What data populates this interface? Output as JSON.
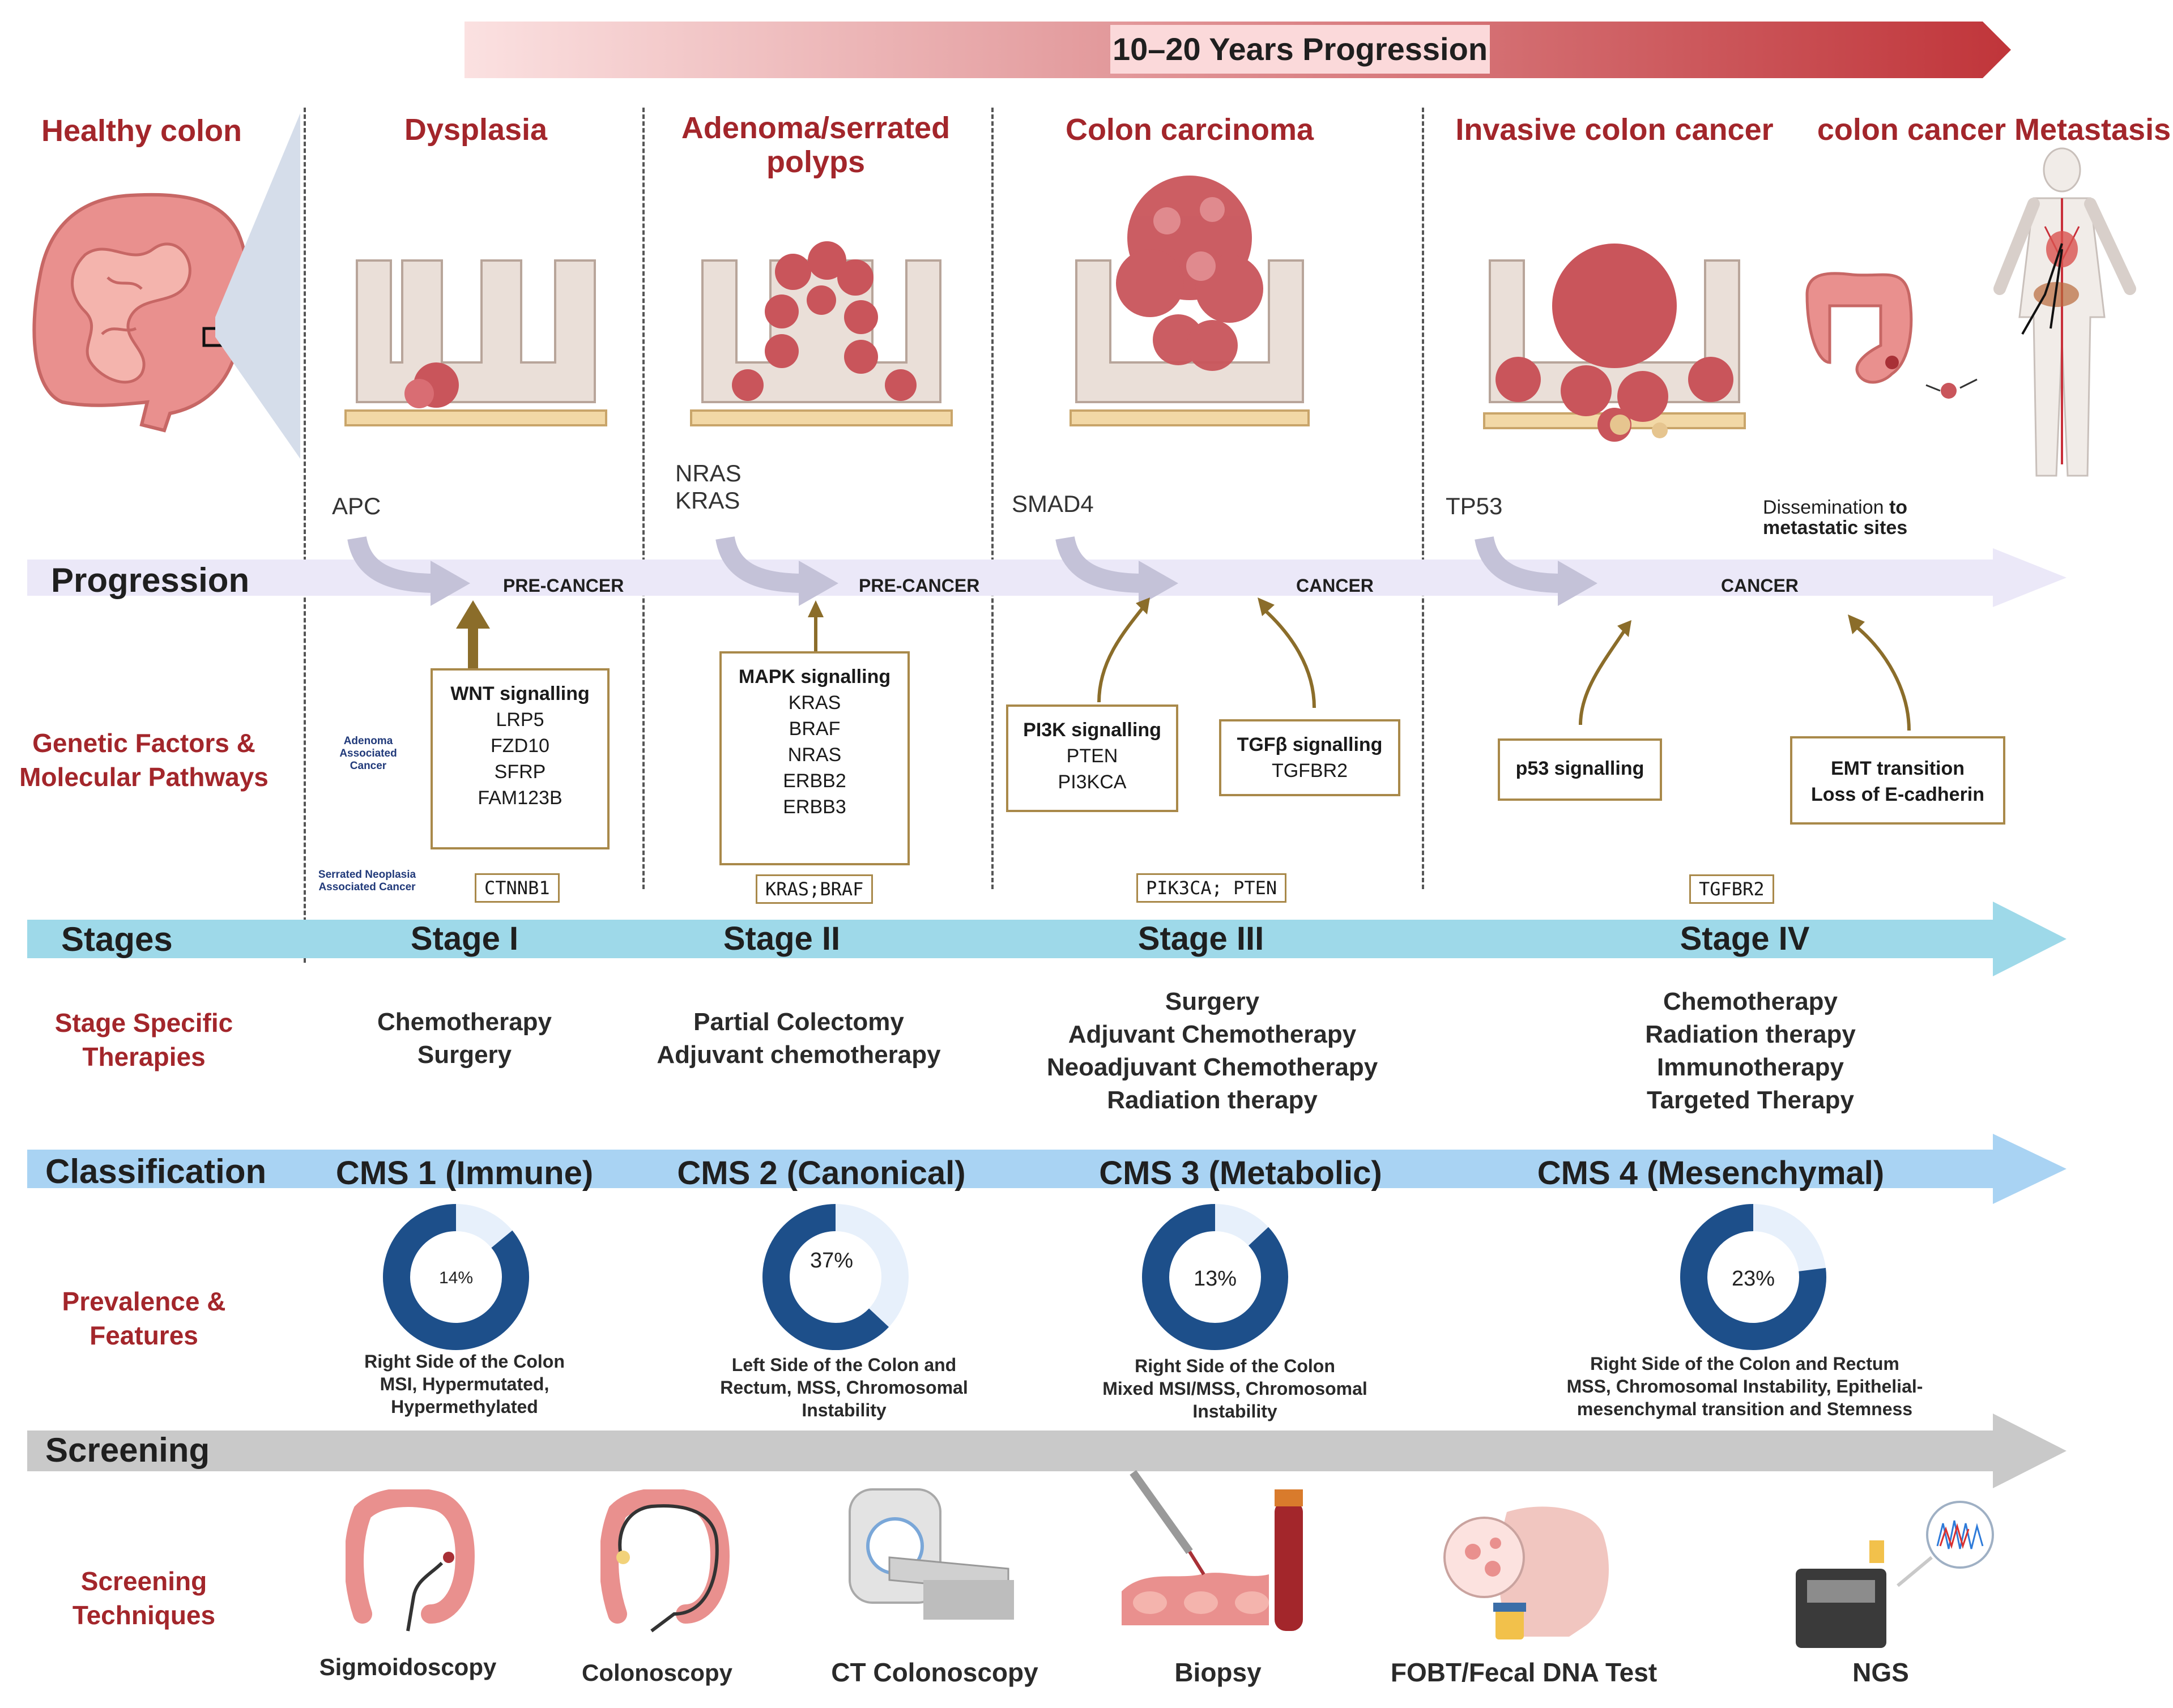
{
  "header": {
    "progression_banner": "10–20 Years Progression"
  },
  "stages_top": [
    {
      "title": "Healthy colon"
    },
    {
      "title": "Dysplasia"
    },
    {
      "title": "Adenoma/serrated polyps"
    },
    {
      "title": "Colon carcinoma"
    },
    {
      "title": "Invasive colon cancer"
    },
    {
      "title": "colon cancer Metastasis"
    }
  ],
  "genes": {
    "apc": "APC",
    "nras": "NRAS",
    "kras": "KRAS",
    "smad4": "SMAD4",
    "tp53": "TP53",
    "dissemination_prefix": "Dissemination",
    "dissemination_bold": "to",
    "dissemination_line2": "metastatic sites"
  },
  "progression": {
    "label": "Progression",
    "phases": [
      "PRE-CANCER",
      "PRE-CANCER",
      "CANCER",
      "CANCER"
    ]
  },
  "row_labels": {
    "genetic": "Genetic Factors & Molecular Pathways",
    "therapies": "Stage Specific Therapies",
    "prevalence": "Prevalence & Features",
    "screening": "Screening Techniques"
  },
  "assoc": {
    "adenoma": "Adenoma Associated Cancer",
    "serrated": "Serrated Neoplasia Associated Cancer"
  },
  "pathways": [
    {
      "title": "WNT signalling",
      "items": [
        "LRP5",
        "FZD10",
        "SFRP",
        "FAM123B"
      ]
    },
    {
      "title": "MAPK signalling",
      "items": [
        "KRAS",
        "BRAF",
        "NRAS",
        "ERBB2",
        "ERBB3"
      ]
    },
    {
      "title": "PI3K signalling",
      "items": [
        "PTEN",
        "PI3KCA"
      ]
    },
    {
      "title": "TGFβ signalling",
      "items": [
        "TGFBR2"
      ]
    },
    {
      "title": "p53 signalling",
      "items": []
    },
    {
      "title": "",
      "items": [
        "EMT transition",
        "Loss of E-cadherin"
      ]
    }
  ],
  "mutations": [
    "CTNNB1",
    "KRAS;BRAF",
    "PIK3CA; PTEN",
    "TGFBR2"
  ],
  "stages": {
    "label": "Stages",
    "names": [
      "Stage I",
      "Stage II",
      "Stage III",
      "Stage IV"
    ]
  },
  "therapies": [
    [
      "Chemotherapy",
      "Surgery"
    ],
    [
      "Partial Colectomy",
      "Adjuvant chemotherapy"
    ],
    [
      "Surgery",
      "Adjuvant Chemotherapy",
      "Neoadjuvant Chemotherapy",
      "Radiation therapy"
    ],
    [
      "Chemotherapy",
      "Radiation therapy",
      "Immunotherapy",
      "Targeted Therapy"
    ]
  ],
  "classification": {
    "label": "Classification",
    "names": [
      "CMS 1 (Immune)",
      "CMS 2 (Canonical)",
      "CMS 3 (Metabolic)",
      "CMS 4 (Mesenchymal)"
    ]
  },
  "chart_data": [
    {
      "type": "pie",
      "values": [
        14
      ],
      "labels": [
        "14%"
      ]
    },
    {
      "type": "pie",
      "values": [
        37
      ],
      "labels": [
        "37%"
      ]
    },
    {
      "type": "pie",
      "values": [
        13
      ],
      "labels": [
        "13%"
      ]
    },
    {
      "type": "pie",
      "values": [
        23
      ],
      "labels": [
        "23%"
      ]
    }
  ],
  "features": [
    [
      "Right Side of the Colon",
      "MSI, Hypermutated,",
      "Hypermethylated"
    ],
    [
      "Left Side of the Colon and",
      "Rectum,  MSS, Chromosomal",
      "Instability"
    ],
    [
      "Right Side of the Colon",
      "Mixed MSI/MSS, Chromosomal",
      "Instability"
    ],
    [
      "Right Side of the Colon and Rectum",
      "MSS, Chromosomal Instability, Epithelial-",
      "mesenchymal transition and Stemness"
    ]
  ],
  "screening": {
    "label": "Screening",
    "techniques": [
      "Sigmoidoscopy",
      "Colonoscopy",
      "CT Colonoscopy",
      "Biopsy",
      "FOBT/Fecal DNA Test",
      "NGS"
    ]
  },
  "colors": {
    "accent": "#a3262b",
    "donut_fill": "#1d4f8a",
    "donut_rest": "#e7f0fb",
    "progression_band": "#ebe8f8",
    "stages_band": "#9ed9e9",
    "classification_band": "#a9d3f3",
    "screening_band": "#c9c9c9",
    "pathway_border": "#a9894a"
  }
}
